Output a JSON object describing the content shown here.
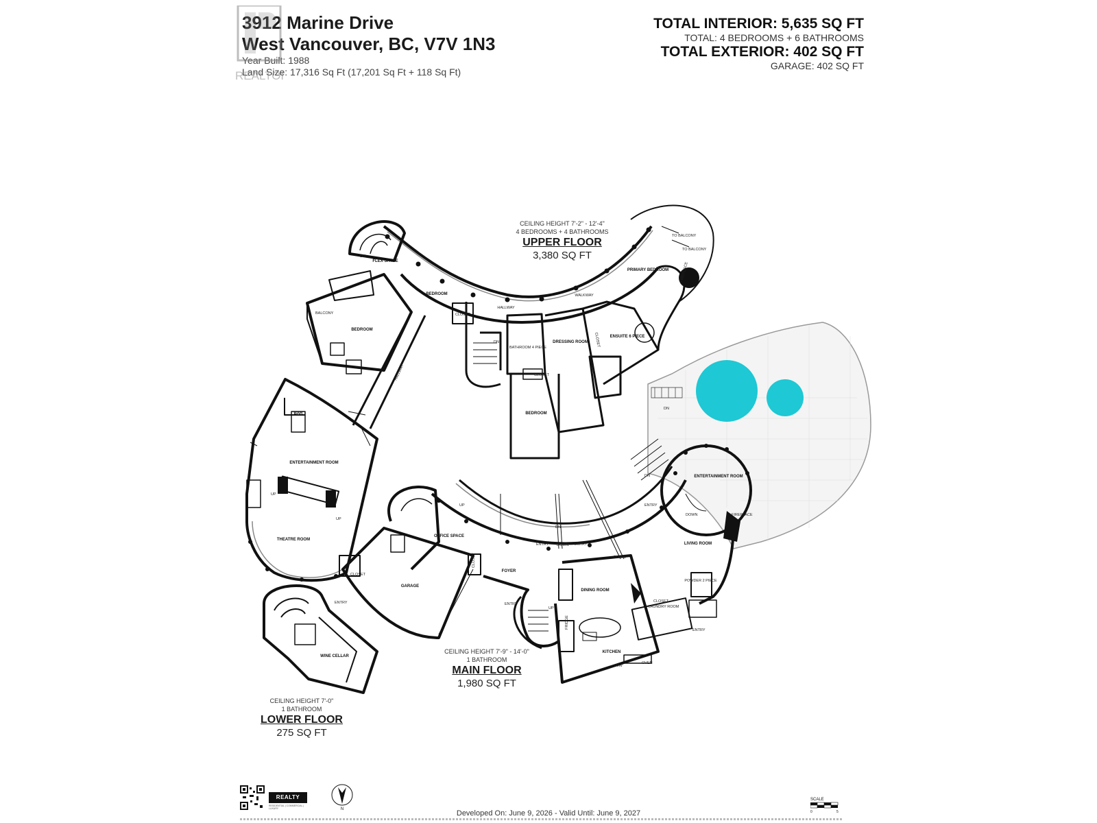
{
  "header": {
    "address_line1": "3912 Marine Drive",
    "address_line2": "West Vancouver, BC, V7V 1N3",
    "year_built": "Year Built: 1988",
    "land_size": "Land Size: 17,316 Sq Ft (17,201 Sq Ft + 118 Sq Ft)",
    "watermark": "REALTOR",
    "total_interior": "TOTAL INTERIOR: 5,635 SQ FT",
    "total_detail": "TOTAL: 4 BEDROOMS + 6 BATHROOMS",
    "total_exterior": "TOTAL EXTERIOR: 402 SQ FT",
    "garage": "GARAGE: 402 SQ FT"
  },
  "floors": {
    "upper": {
      "ceiling": "CEILING HEIGHT 7'-2\" - 12'-4\"",
      "rooms": "4 BEDROOMS + 4 BATHROOMS",
      "name": "UPPER FLOOR",
      "sqft": "3,380 SQ FT"
    },
    "main": {
      "ceiling": "CEILING HEIGHT 7'-9\" - 14'-0\"",
      "rooms": "1 BATHROOM",
      "name": "MAIN FLOOR",
      "sqft": "1,980 SQ FT"
    },
    "lower": {
      "ceiling": "CEILING HEIGHT 7'-0\"",
      "rooms": "1 BATHROOM",
      "name": "LOWER FLOOR",
      "sqft": "275 SQ FT"
    }
  },
  "room_labels": {
    "flex": "FLEX SPACE",
    "bedroom": "BEDROOM",
    "balcony": "BALCONY",
    "hallway": "HALLWAY",
    "walkway": "WALKWAY",
    "primary": "PRIMARY BEDROOM",
    "closet": "CLOSET",
    "bath4": "BATHROOM 4 PIECE",
    "dressing": "DRESSING ROOM",
    "ensuite": "ENSUITE 6 PIECE",
    "fireplace": "FIREPLACE",
    "to_balcony": "TO BALCONY",
    "bar": "BAR",
    "entertainment": "ENTERTAINMENT ROOM",
    "theatre": "THEATRE ROOM",
    "office": "OFFICE SPACE",
    "foyer": "FOYER",
    "garage_room": "GARAGE",
    "dining": "DINING ROOM",
    "kitchen": "KITCHEN",
    "living": "LIVING ROOM",
    "laundry": "LAUNDRY ROOM",
    "powder": "POWDER 2 PIECE",
    "wine": "WINE CELLAR",
    "up": "UP",
    "down": "DOWN",
    "dn": "DN",
    "entry": "ENTRY",
    "oven": "OVEN",
    "mw": "MW",
    "fridge": "FRIDGE"
  },
  "footer": {
    "developed": "Developed On: June 9, 2026 - Valid Until: June 9, 2027",
    "brand": "REALTY STUDIOS",
    "brand_sub": "RESIDENTIAL | COMMERCIAL | LUXURY",
    "scale_label": "SCALE",
    "scale_0": "0",
    "scale_5": "5",
    "compass": "N"
  },
  "colors": {
    "pool": "#1ec8d4",
    "wall": "#111111",
    "window": "#9a9a9a",
    "deck": "#f4f4f4"
  }
}
